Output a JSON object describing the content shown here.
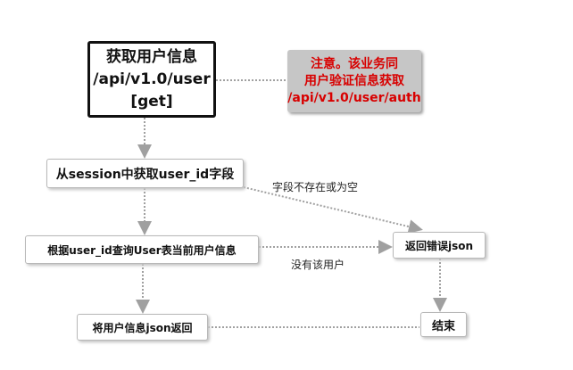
{
  "nodes": {
    "main": "获取用户信息\n/api/v1.0/user\n[get]",
    "note": "注意。该业务同\n用户验证信息获取\n/api/v1.0/user/auth",
    "get_session": "从session中获取user_id字段",
    "query_user": "根据user_id查询User表当前用户信息",
    "return_json": "将用户信息json返回",
    "error_json": "返回错误json",
    "end": "结束"
  },
  "edge_labels": {
    "field_missing": "字段不存在或为空",
    "no_user": "没有该用户"
  },
  "colors": {
    "note_text": "#d80000",
    "note_background": "#c6c6c6",
    "connector": "#9a9a9a"
  }
}
